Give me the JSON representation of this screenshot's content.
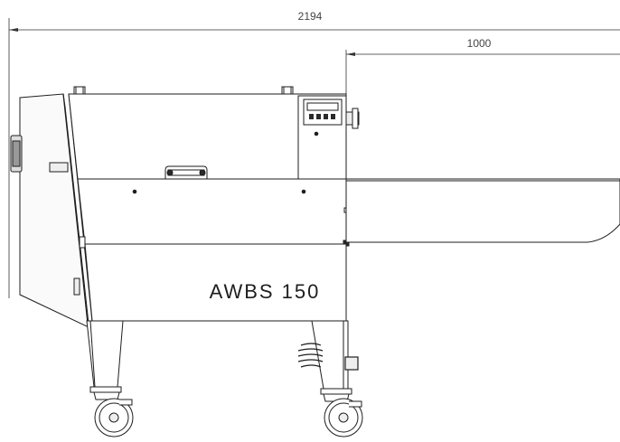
{
  "dimensions": {
    "overall": "2194",
    "conveyor": "1000"
  },
  "machine": {
    "model_label": "AWBS 150"
  },
  "colors": {
    "background": "#ffffff",
    "line": "#1e1e1e",
    "dimension_line": "#333333",
    "fill_light": "#f4f4f4",
    "fill_dark": "#2a2a2a"
  }
}
